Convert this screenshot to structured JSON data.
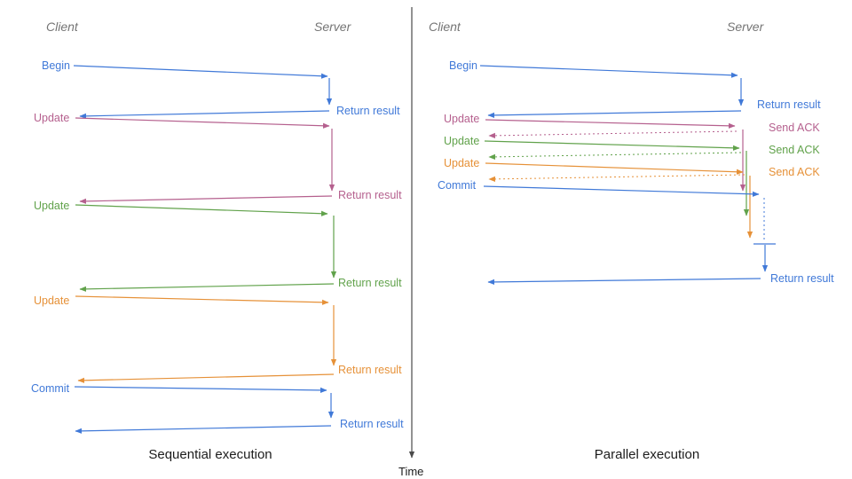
{
  "colors": {
    "blue": "#4079d8",
    "pink": "#b5608e",
    "green": "#61a24b",
    "orange": "#e69138",
    "header": "#757575",
    "axis": "#4a4a4a",
    "title": "#1c1c1c"
  },
  "time_axis": {
    "label": "Time"
  },
  "left": {
    "title": "Sequential execution",
    "client_header": "Client",
    "server_header": "Server",
    "messages": [
      {
        "label": "Begin",
        "color": "blue",
        "return_label": "Return result"
      },
      {
        "label": "Update",
        "color": "pink",
        "return_label": "Return result"
      },
      {
        "label": "Update",
        "color": "green",
        "return_label": "Return result"
      },
      {
        "label": "Update",
        "color": "orange",
        "return_label": "Return result"
      },
      {
        "label": "Commit",
        "color": "blue",
        "return_label": "Return result"
      }
    ]
  },
  "right": {
    "title": "Parallel execution",
    "client_header": "Client",
    "server_header": "Server",
    "messages": [
      {
        "label": "Begin",
        "color": "blue",
        "response_label": "Return result"
      },
      {
        "label": "Update",
        "color": "pink",
        "response_label": "Send ACK"
      },
      {
        "label": "Update",
        "color": "green",
        "response_label": "Send ACK"
      },
      {
        "label": "Update",
        "color": "orange",
        "response_label": "Send ACK"
      },
      {
        "label": "Commit",
        "color": "blue",
        "response_label": "Return result"
      }
    ]
  }
}
